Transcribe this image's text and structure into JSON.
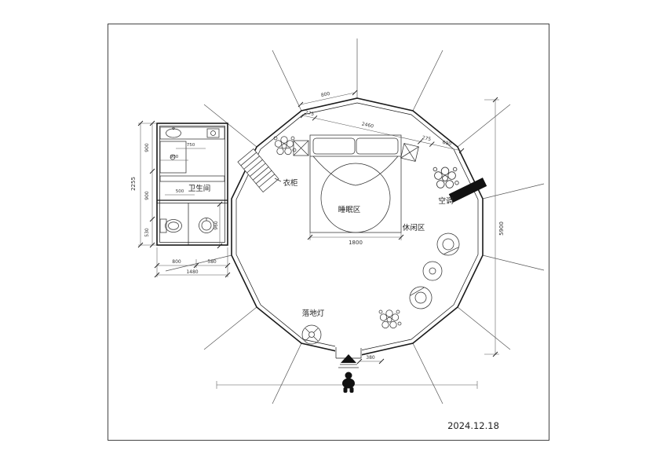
{
  "labels": {
    "bathroom": "卫生间",
    "wardrobe": "衣柜",
    "sleeping": "睡眠区",
    "leisure": "休闲区",
    "aircon": "空调",
    "lamp": "落地灯"
  },
  "dims": {
    "height": "5900",
    "left_total": "2255",
    "left_a": "900",
    "left_b": "900",
    "left_c": "530",
    "bath_total": "1480",
    "bath_a": "800",
    "bath_b": "580",
    "bath_side": "960",
    "top_left": "800",
    "top_a": "275",
    "top_b": "2460",
    "top_c": "275",
    "top_d": "690",
    "bed": "1800",
    "door": "380",
    "wc_a": "750",
    "wc_b": "900",
    "wc_c": "500"
  },
  "footer": {
    "date": "2024.12.18"
  },
  "colors": {
    "line": "#2a2a2a",
    "fill_dark": "#111111",
    "background": "#ffffff"
  },
  "icons": {
    "plant": "flower-cluster",
    "person": "human-silhouette",
    "floor_lamp": "circle-with-cross",
    "aircon_unit": "black-bar"
  }
}
